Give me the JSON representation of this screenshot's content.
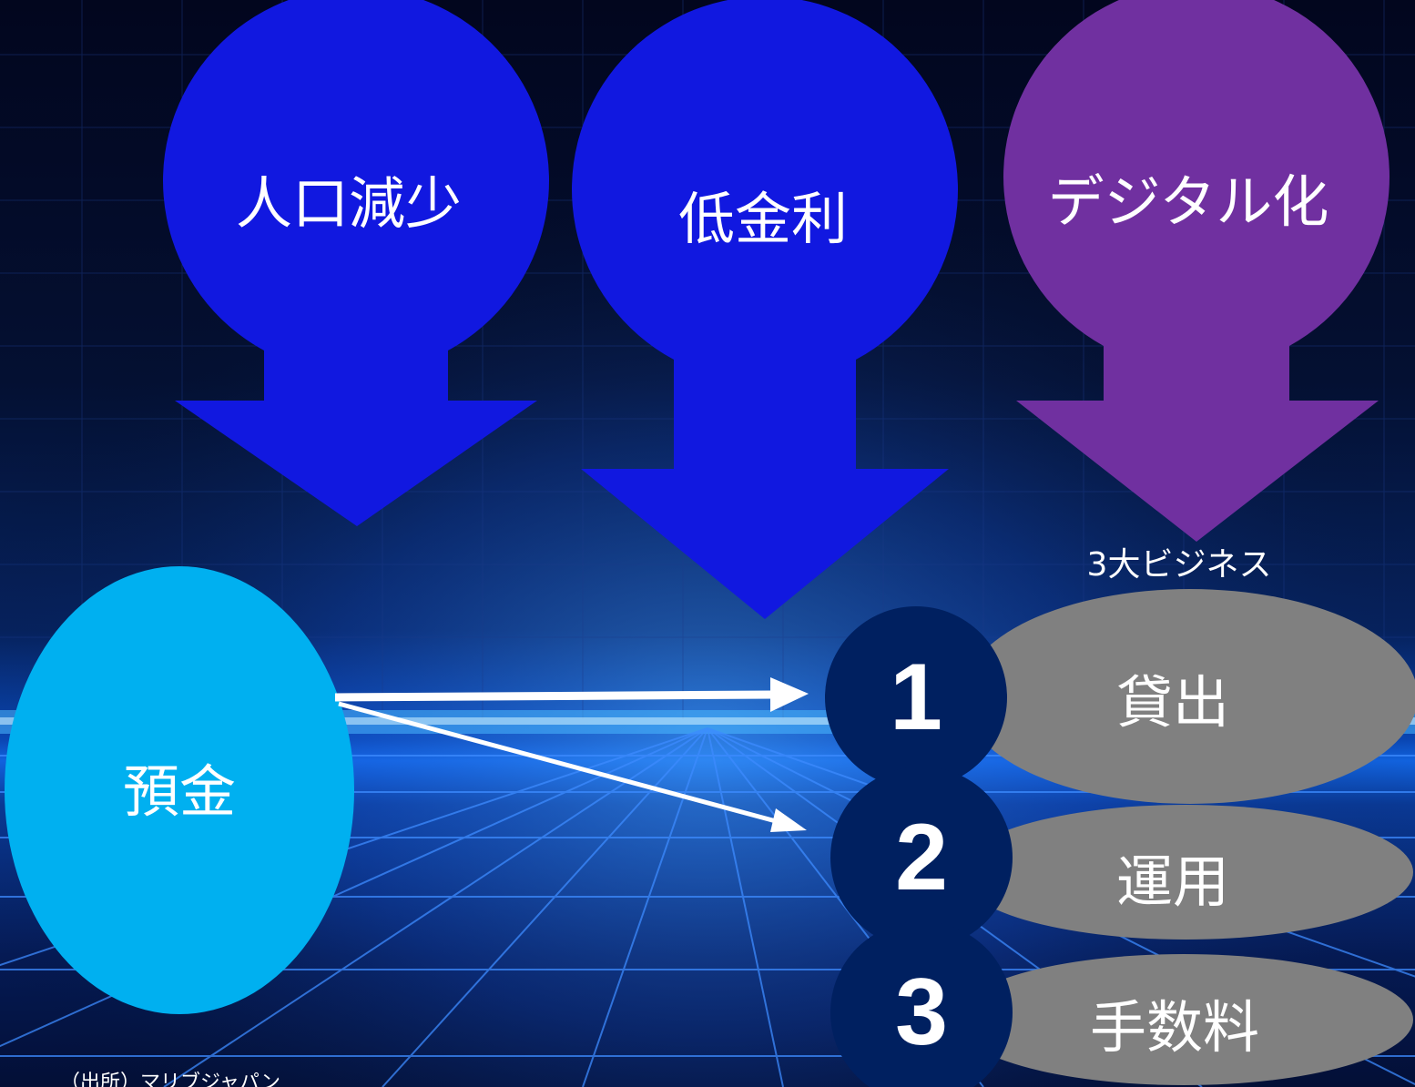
{
  "drivers": [
    {
      "label": "人口減少",
      "color": "#1118e0"
    },
    {
      "label": "低金利",
      "color": "#1118e0"
    },
    {
      "label": "デジタル化",
      "color": "#7030a0"
    }
  ],
  "deposit": {
    "label": "預金",
    "color": "#00b0f0"
  },
  "business": {
    "heading": "3大ビジネス",
    "items": [
      {
        "number": "1",
        "label": "貸出"
      },
      {
        "number": "2",
        "label": "運用"
      },
      {
        "number": "3",
        "label": "手数料"
      }
    ],
    "number_color": "#002060",
    "pill_color": "#808080"
  },
  "source": "（出所）マリブジャパン"
}
